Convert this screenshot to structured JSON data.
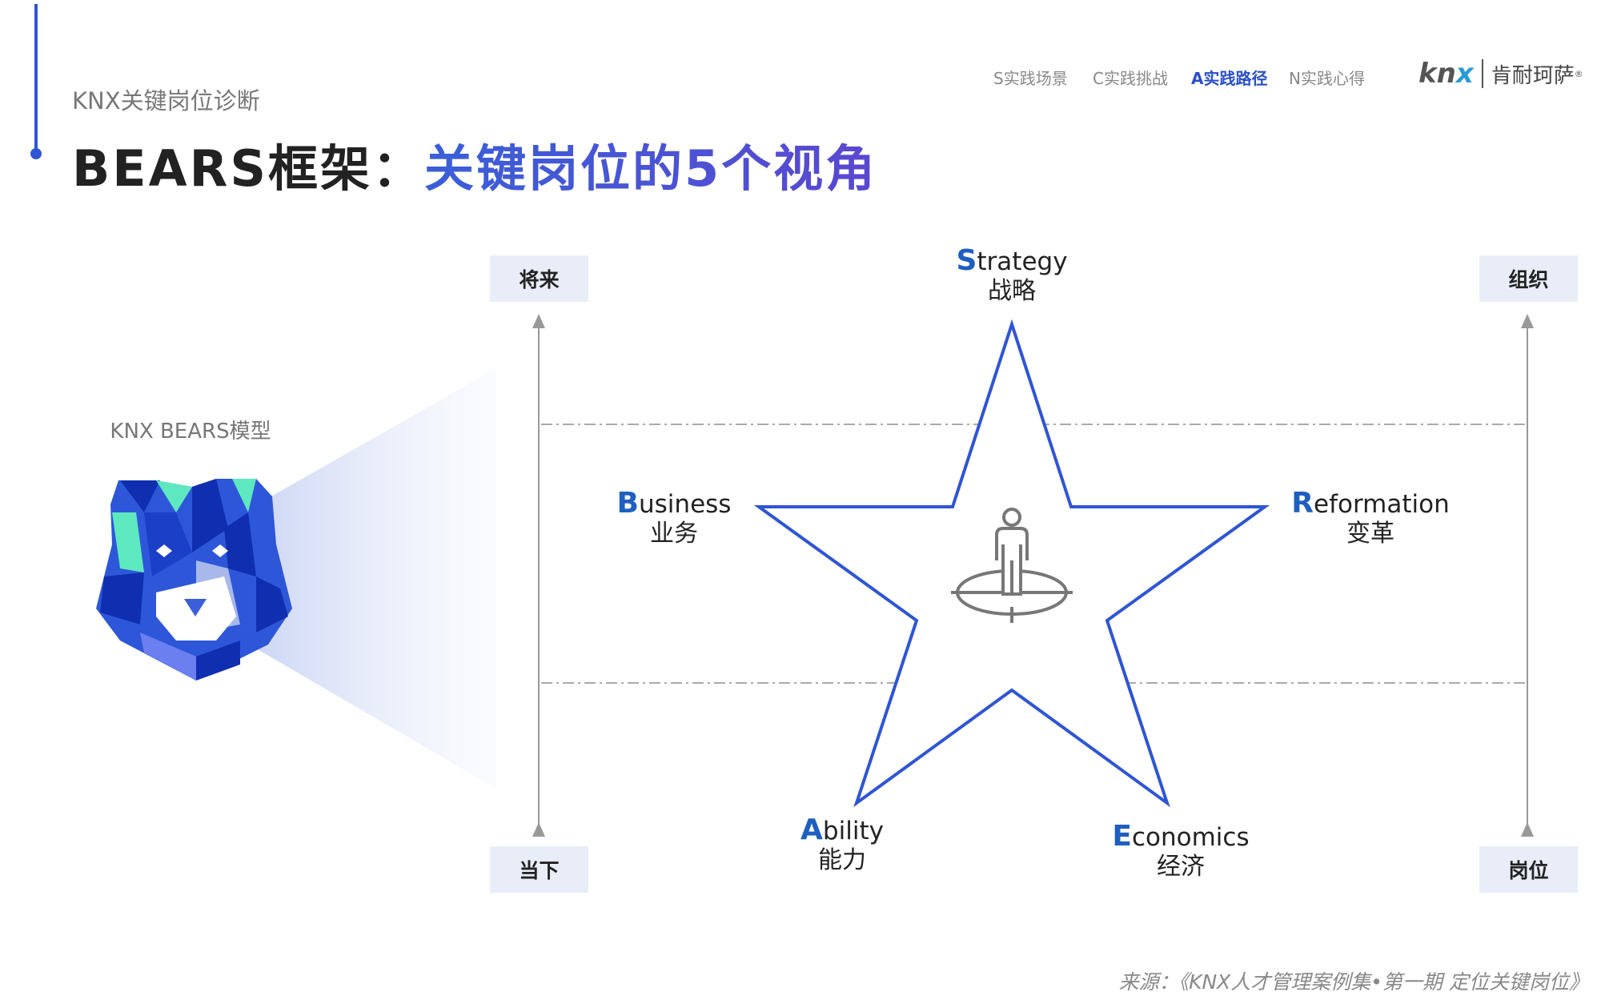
{
  "header": {
    "subtitle": "KNX关键岗位诊断",
    "title_prefix": "BEARS框架：",
    "title_highlight": "关键岗位的5个视角"
  },
  "nav": [
    {
      "label": "S实践场景",
      "active": false
    },
    {
      "label": "C实践挑战",
      "active": false
    },
    {
      "label": "A实践路径",
      "active": true
    },
    {
      "label": "N实践心得",
      "active": false
    }
  ],
  "logo": {
    "k": "kn",
    "x": "x",
    "cn": "肯耐珂萨",
    "mark": "®"
  },
  "model_label": "KNX BEARS模型",
  "axes": {
    "left_top": "将来",
    "left_bottom": "当下",
    "right_top": "组织",
    "right_bottom": "岗位"
  },
  "perspectives": [
    {
      "initial": "S",
      "rest": "trategy",
      "cn": "战略"
    },
    {
      "initial": "B",
      "rest": "usiness",
      "cn": "业务"
    },
    {
      "initial": "R",
      "rest": "eformation",
      "cn": "变革"
    },
    {
      "initial": "A",
      "rest": "bility",
      "cn": "能力"
    },
    {
      "initial": "E",
      "rest": "conomics",
      "cn": "经济"
    }
  ],
  "source": "来源：《KNX人才管理案例集•第一期 定位关键岗位》",
  "colors": {
    "accent": "#2f55d4",
    "star": "#2f55d4",
    "initial": "#1e5fbf"
  }
}
